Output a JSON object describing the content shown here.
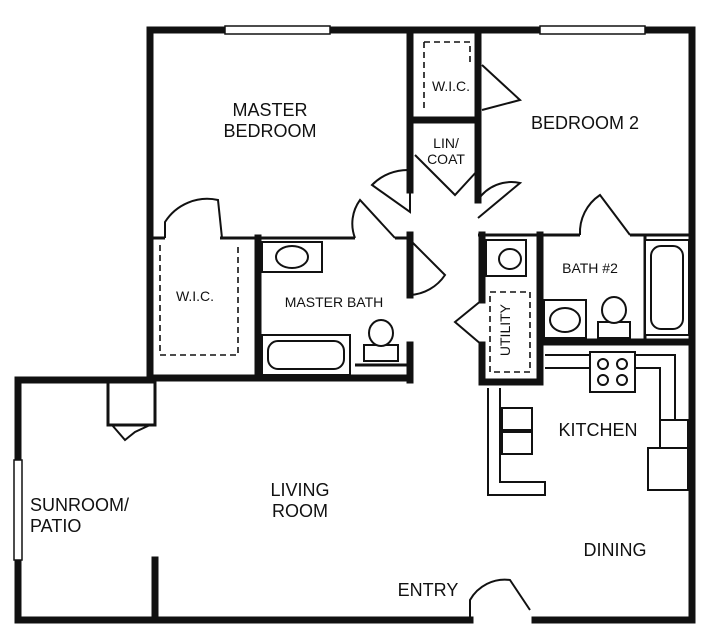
{
  "rooms": {
    "master_bedroom": "MASTER\nBEDROOM",
    "bedroom_2": "BEDROOM 2",
    "wic_top": "W.I.C.",
    "lin_coat": "LIN/\nCOAT",
    "wic_left": "W.I.C.",
    "master_bath": "MASTER BATH",
    "bath_2": "BATH #2",
    "utility": "UTILITY",
    "kitchen": "KITCHEN",
    "sunroom_patio": "SUNROOM/\nPATIO",
    "living_room": "LIVING\nROOM",
    "dining": "DINING",
    "entry": "ENTRY"
  }
}
